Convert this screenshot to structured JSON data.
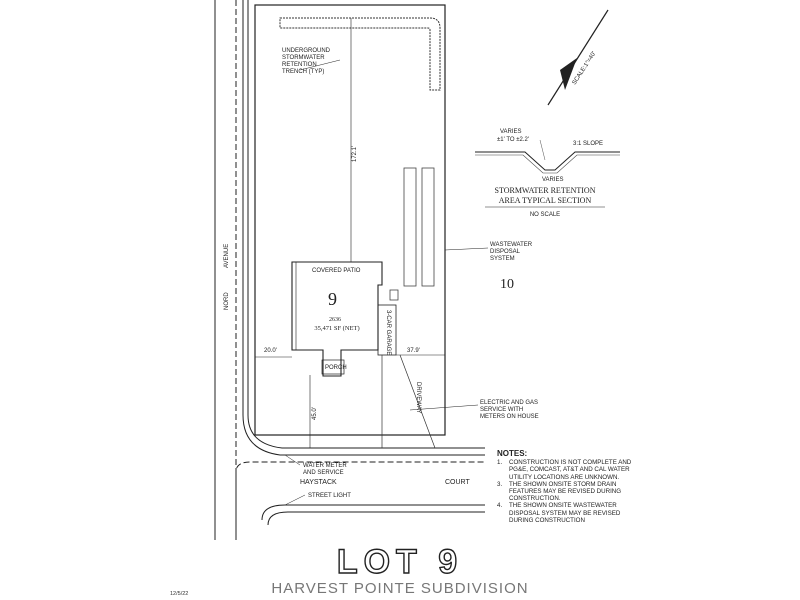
{
  "plan": {
    "street_nord": "NORD",
    "street_avenue": "AVENUE",
    "street_haystack": "HAYSTACK",
    "street_court": "COURT",
    "lot_number": "9",
    "house_number": "2636",
    "lot_area": "35,471 SF (NET)",
    "neighbor_lot": "10",
    "covered_patio": "COVERED  PATIO",
    "porch": "PORCH",
    "garage": "3-CAR GARAGE",
    "driveway": "DRIVEWAY",
    "dim_172": "172.1'",
    "dim_20": "20.0'",
    "dim_379": "37.9'",
    "dim_45": "45.0'"
  },
  "callouts": {
    "trench": [
      "UNDERGROUND",
      "STORMWATER",
      "RETENTION",
      "TRENCH (TYP)"
    ],
    "wastewater": [
      "WASTEWATER",
      "DISPOSAL",
      "SYSTEM"
    ],
    "electric": [
      "ELECTRIC AND GAS",
      "SERVICE WITH",
      "METERS ON HOUSE"
    ],
    "water_meter": [
      "WATER METER",
      "AND SERVICE"
    ],
    "street_light": "STREET LIGHT"
  },
  "section": {
    "varies_top": "VARIES",
    "varies_range": "±1' TO ±2.2'",
    "slope": "3:1 SLOPE",
    "varies_bottom": "VARIES",
    "title_line1": "STORMWATER RETENTION",
    "title_line2": "AREA TYPICAL SECTION",
    "no_scale": "NO SCALE"
  },
  "north_arrow": {
    "scale": "SCALE:1\"=40'"
  },
  "notes": {
    "heading": "NOTES:",
    "items": [
      {
        "num": "1.",
        "text": "CONSTRUCTION IS NOT COMPLETE AND PG&E, COMCAST, AT&T AND CAL WATER UTILITY LOCATIONS ARE UNKNOWN."
      },
      {
        "num": "3.",
        "text": "THE SHOWN ONSITE STORM DRAIN FEATURES MAY BE REVISED DURING CONSTRUCTION."
      },
      {
        "num": "4.",
        "text": "THE SHOWN ONSITE WASTEWATER DISPOSAL SYSTEM MAY BE REVISED DURING CONSTRUCTION"
      }
    ]
  },
  "title": {
    "lot": "LOT 9",
    "subdivision": "HARVEST POINTE SUBDIVISION",
    "date": "12/5/22"
  }
}
